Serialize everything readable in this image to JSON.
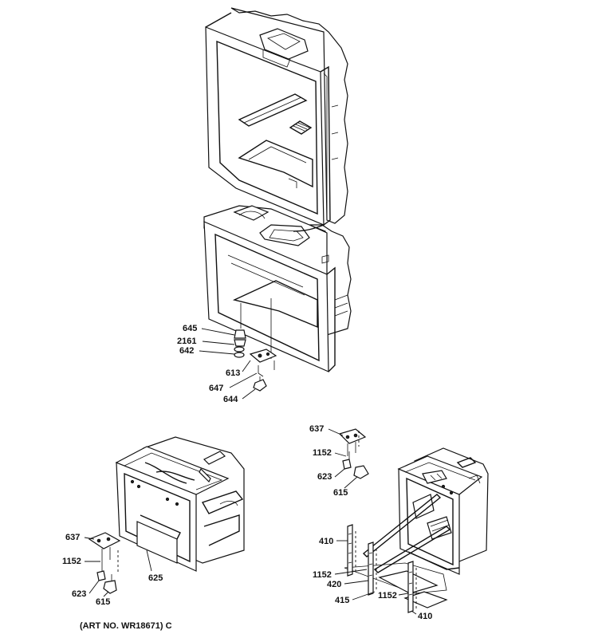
{
  "callouts": {
    "top": [
      "645",
      "2161",
      "642",
      "613",
      "647",
      "644"
    ],
    "left": [
      "637",
      "1152",
      "623",
      "615",
      "625"
    ],
    "right": [
      "637",
      "1152",
      "623",
      "615",
      "410",
      "1152",
      "420",
      "415",
      "1152",
      "410"
    ]
  },
  "art_number": "(ART NO. WR18671) C"
}
